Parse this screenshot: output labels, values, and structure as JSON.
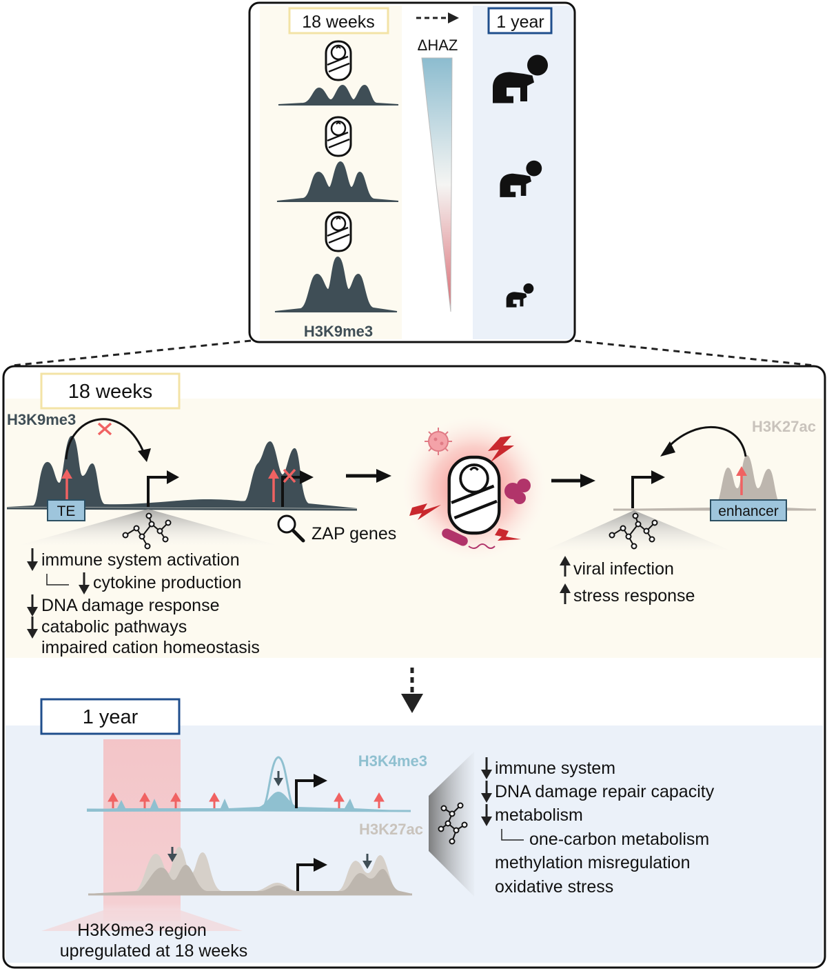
{
  "top_panel": {
    "left_tag": "18 weeks",
    "right_tag": "1 year",
    "gradient_label": "ΔHAZ",
    "mark_label": "H3K9me3"
  },
  "panel_18_weeks": {
    "tag": "18 weeks",
    "left_mark": "H3K9me3",
    "te_label": "TE",
    "zap_label": "ZAP genes",
    "right_mark": "H3K27ac",
    "enhancer_label": "enhancer",
    "left_effects": [
      "immune system activation",
      "cytokine production",
      "DNA damage response",
      "catabolic pathways",
      "impaired cation homeostasis"
    ],
    "right_effects": [
      "viral infection",
      "stress response"
    ]
  },
  "panel_1_year": {
    "tag": "1 year",
    "mark_top": "H3K4me3",
    "mark_bottom": "H3K27ac",
    "region_caption_line1": "H3K9me3 region",
    "region_caption_line2": "upregulated at 18 weeks",
    "effects": [
      "immune system",
      "DNA damage repair capacity",
      "metabolism",
      "one-carbon metabolism",
      "methylation misregulation",
      "oxidative stress"
    ]
  },
  "colors": {
    "h3k9me3": "#3f4e56",
    "h3k4me3": "#8fc0d0",
    "h3k27ac": "#bdb6ae",
    "up_arrow": "#f06262",
    "panel_18w_bg": "#fdfaf0",
    "panel_1y_bg": "#ebf1f9",
    "tag_18w_border": "#f3e3a6",
    "tag_1y_border": "#1f4e8c",
    "te_box": "#9ec5dc"
  }
}
